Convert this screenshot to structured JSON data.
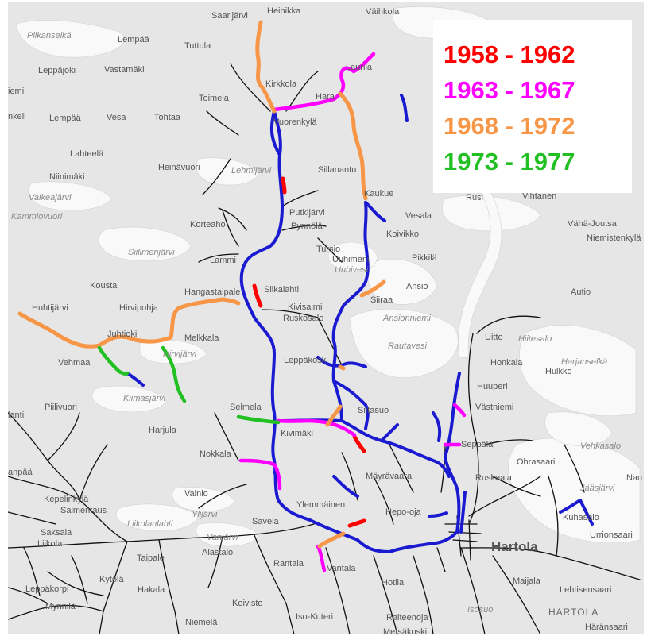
{
  "colors": {
    "background": "#ffffff",
    "land": "#e6e6e6",
    "lake": "#f9f9f9",
    "road": "#101010",
    "network_base": "#1a1ad0",
    "period_1958_1962": "#ff0000",
    "period_1963_1967": "#ff00ff",
    "period_1968_1972": "#f79646",
    "period_1973_1977": "#22c022"
  },
  "legend": {
    "items": [
      {
        "label": "1958 - 1962",
        "color": "#ff0000"
      },
      {
        "label": "1963 - 1967",
        "color": "#ff00ff"
      },
      {
        "label": "1968 - 1972",
        "color": "#f79646"
      },
      {
        "label": "1973 - 1977",
        "color": "#22c022"
      }
    ]
  },
  "places": [
    {
      "name": "Saarijärvi",
      "kind": "place"
    },
    {
      "name": "Heinikka",
      "kind": "place"
    },
    {
      "name": "Väihkola",
      "kind": "place"
    },
    {
      "name": "Pilkanselkä",
      "kind": "lake"
    },
    {
      "name": "Lempää",
      "kind": "place"
    },
    {
      "name": "Tuttula",
      "kind": "place"
    },
    {
      "name": "Leppäjoki",
      "kind": "place"
    },
    {
      "name": "Vastamäki",
      "kind": "place"
    },
    {
      "name": "Kirkkola",
      "kind": "place"
    },
    {
      "name": "Laurila",
      "kind": "place"
    },
    {
      "name": "Toimela",
      "kind": "place"
    },
    {
      "name": "Hara",
      "kind": "place"
    },
    {
      "name": "Lempää",
      "kind": "place"
    },
    {
      "name": "Vesa",
      "kind": "place"
    },
    {
      "name": "Tohtaa",
      "kind": "place"
    },
    {
      "name": "Vuorenkylä",
      "kind": "place"
    },
    {
      "name": "Lahteelä",
      "kind": "place"
    },
    {
      "name": "Niinimäki",
      "kind": "place"
    },
    {
      "name": "Heinävuori",
      "kind": "place"
    },
    {
      "name": "Lehmijärvi",
      "kind": "lake"
    },
    {
      "name": "Sillanantu",
      "kind": "place"
    },
    {
      "name": "Valkeajärvi",
      "kind": "lake"
    },
    {
      "name": "Kaukue",
      "kind": "place"
    },
    {
      "name": "Rusi",
      "kind": "place"
    },
    {
      "name": "Vihtanen",
      "kind": "place"
    },
    {
      "name": "Kammiovuori",
      "kind": "lake"
    },
    {
      "name": "Putkijärvi",
      "kind": "place"
    },
    {
      "name": "Vesala",
      "kind": "place"
    },
    {
      "name": "Vähä-Joutsa",
      "kind": "place"
    },
    {
      "name": "Pynnölä",
      "kind": "place"
    },
    {
      "name": "Korteaho",
      "kind": "place"
    },
    {
      "name": "Koivikko",
      "kind": "place"
    },
    {
      "name": "Niemistenkylä",
      "kind": "place"
    },
    {
      "name": "Tursio",
      "kind": "place"
    },
    {
      "name": "Uuhimeni",
      "kind": "place"
    },
    {
      "name": "Lammi",
      "kind": "place"
    },
    {
      "name": "Siilimenjärvi",
      "kind": "lake"
    },
    {
      "name": "Pikkilä",
      "kind": "place"
    },
    {
      "name": "Uuhivesi",
      "kind": "lake"
    },
    {
      "name": "Ansio",
      "kind": "place"
    },
    {
      "name": "Siikalahti",
      "kind": "place"
    },
    {
      "name": "Siiraa",
      "kind": "place"
    },
    {
      "name": "Kousta",
      "kind": "place"
    },
    {
      "name": "Hangastaipale",
      "kind": "place"
    },
    {
      "name": "Autio",
      "kind": "place"
    },
    {
      "name": "Huhtijärvi",
      "kind": "place"
    },
    {
      "name": "Hirvipohja",
      "kind": "place"
    },
    {
      "name": "Kivisalmi",
      "kind": "place"
    },
    {
      "name": "Ansionniemi",
      "kind": "lake"
    },
    {
      "name": "Ruskosalo",
      "kind": "place"
    },
    {
      "name": "Juhtioki",
      "kind": "place"
    },
    {
      "name": "Melkkala",
      "kind": "place"
    },
    {
      "name": "Rautavesi",
      "kind": "lake"
    },
    {
      "name": "Uitto",
      "kind": "place"
    },
    {
      "name": "Hiitesalo",
      "kind": "lake"
    },
    {
      "name": "Hirvijärvi",
      "kind": "lake"
    },
    {
      "name": "Vehmaa",
      "kind": "place"
    },
    {
      "name": "Leppäkoski",
      "kind": "place"
    },
    {
      "name": "Honkala",
      "kind": "place"
    },
    {
      "name": "Harjanselkä",
      "kind": "lake"
    },
    {
      "name": "Hulkko",
      "kind": "place"
    },
    {
      "name": "Huuperi",
      "kind": "place"
    },
    {
      "name": "Kiimasjärvi",
      "kind": "lake"
    },
    {
      "name": "Siltasuo",
      "kind": "place"
    },
    {
      "name": "Västniemi",
      "kind": "place"
    },
    {
      "name": "Piilivuori",
      "kind": "place"
    },
    {
      "name": "Selmela",
      "kind": "place"
    },
    {
      "name": "Harjula",
      "kind": "place"
    },
    {
      "name": "Kivimäki",
      "kind": "place"
    },
    {
      "name": "Seppälä",
      "kind": "place"
    },
    {
      "name": "Vehkasalo",
      "kind": "lake"
    },
    {
      "name": "Ohrasaari",
      "kind": "place"
    },
    {
      "name": "Nokkala",
      "kind": "place"
    },
    {
      "name": "Mäyrävaara",
      "kind": "place"
    },
    {
      "name": "Ruskeala",
      "kind": "place"
    },
    {
      "name": "anpää",
      "kind": "place"
    },
    {
      "name": "Vainio",
      "kind": "place"
    },
    {
      "name": "Jääsjärvi",
      "kind": "lake"
    },
    {
      "name": "Kepelinkylä",
      "kind": "place"
    },
    {
      "name": "Salmentaus",
      "kind": "place"
    },
    {
      "name": "Ylemmäinen",
      "kind": "place"
    },
    {
      "name": "Hepo-oja",
      "kind": "place"
    },
    {
      "name": "Liikolanlahti",
      "kind": "lake"
    },
    {
      "name": "Ylijärvi",
      "kind": "lake"
    },
    {
      "name": "Kuhasalo",
      "kind": "place"
    },
    {
      "name": "Saksala",
      "kind": "place"
    },
    {
      "name": "Savela",
      "kind": "place"
    },
    {
      "name": "Liikola",
      "kind": "place"
    },
    {
      "name": "Urrionsaari",
      "kind": "place"
    },
    {
      "name": "Vanjärvi",
      "kind": "lake"
    },
    {
      "name": "Hartola",
      "kind": "big"
    },
    {
      "name": "Taipale",
      "kind": "place"
    },
    {
      "name": "Alastalo",
      "kind": "place"
    },
    {
      "name": "Rantala",
      "kind": "place"
    },
    {
      "name": "Vantala",
      "kind": "place"
    },
    {
      "name": "Kytölä",
      "kind": "place"
    },
    {
      "name": "Hotila",
      "kind": "place"
    },
    {
      "name": "Maijala",
      "kind": "place"
    },
    {
      "name": "Leppäkorpi",
      "kind": "place"
    },
    {
      "name": "Hakala",
      "kind": "place"
    },
    {
      "name": "Lehtisensaari",
      "kind": "place"
    },
    {
      "name": "Mynnilä",
      "kind": "place"
    },
    {
      "name": "Koivisto",
      "kind": "place"
    },
    {
      "name": "Isosuo",
      "kind": "lake"
    },
    {
      "name": "HARTOLA",
      "kind": "caps"
    },
    {
      "name": "Niemelä",
      "kind": "place"
    },
    {
      "name": "Iso-Kuteri",
      "kind": "place"
    },
    {
      "name": "Häränsaari",
      "kind": "place"
    },
    {
      "name": "Raiteenoja",
      "kind": "place"
    },
    {
      "name": "Metsäkoski",
      "kind": "place"
    },
    {
      "name": "iemi",
      "kind": "place"
    },
    {
      "name": "nkeli",
      "kind": "place"
    },
    {
      "name": "lanti",
      "kind": "place"
    },
    {
      "name": "Nau",
      "kind": "place"
    }
  ]
}
